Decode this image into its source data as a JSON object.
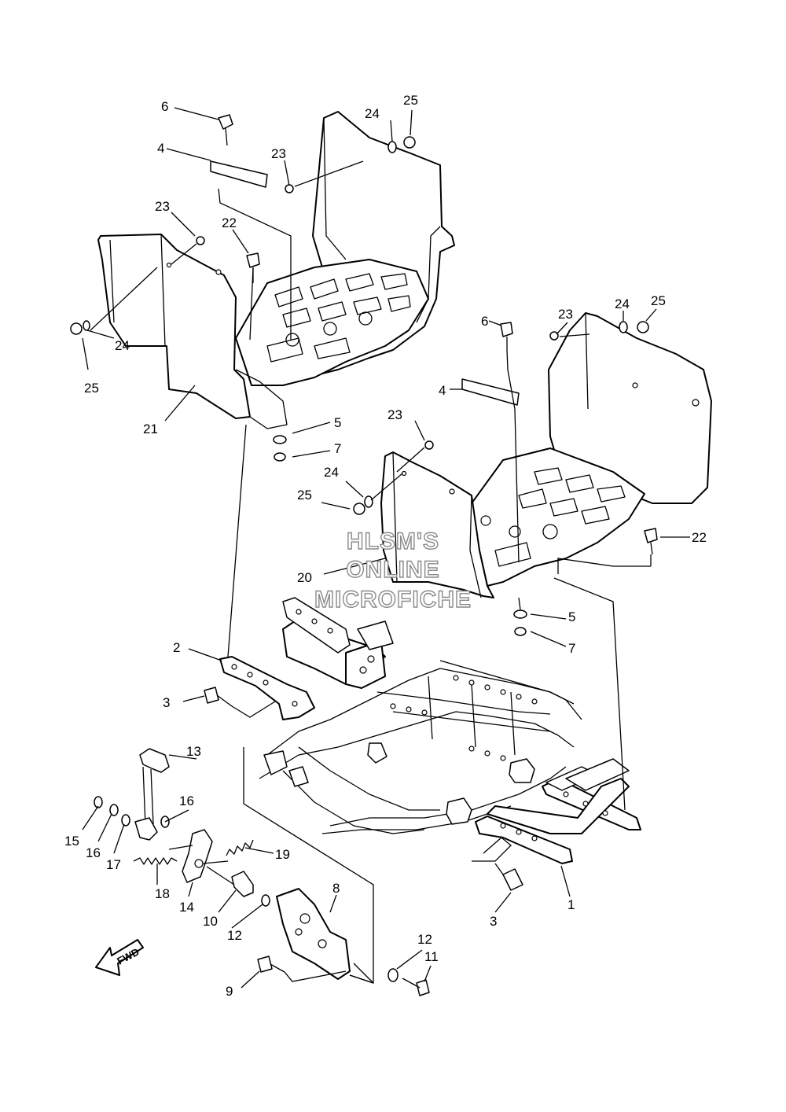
{
  "callouts": {
    "c1": "1",
    "c2": "2",
    "c3a": "3",
    "c3b": "3",
    "c4a": "4",
    "c4b": "4",
    "c5a": "5",
    "c5b": "5",
    "c6a": "6",
    "c6b": "6",
    "c7a": "7",
    "c7b": "7",
    "c8": "8",
    "c9": "9",
    "c10": "10",
    "c11": "11",
    "c12a": "12",
    "c12b": "12",
    "c13": "13",
    "c14": "14",
    "c15": "15",
    "c16a": "16",
    "c16b": "16",
    "c17": "17",
    "c18": "18",
    "c19": "19",
    "c20": "20",
    "c21": "21",
    "c22a": "22",
    "c22b": "22",
    "c23a": "23",
    "c23b": "23",
    "c23c": "23",
    "c23d": "23",
    "c24a": "24",
    "c24b": "24",
    "c24c": "24",
    "c24d": "24",
    "c25a": "25",
    "c25b": "25",
    "c25c": "25",
    "c25d": "25"
  },
  "watermark": {
    "line1": "HLSM'S",
    "line2": "ONLINE",
    "line3": "MICROFICHE"
  },
  "fwd_label": "FWD"
}
